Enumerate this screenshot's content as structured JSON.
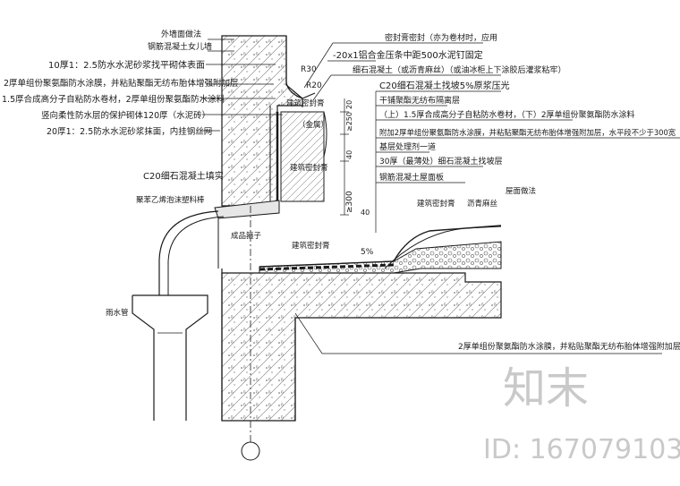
{
  "labels_left": [
    "外墙面做法",
    "钢筋混凝土女儿墙",
    "10厚1：2.5防水水泥砂浆找平砌体表面",
    "2厚单组份聚氨酯防水涂膜，并粘贴聚酯无纺布胎体增强附加层",
    "1.5厚合成高分子自粘防水卷材，2厚单组份聚氨酯防水涂料",
    "竖向柔性防水层的保护砌体120厚（水泥砖）",
    "20厚1：2.5防水水泥砂浆抹面，内挂钢丝网"
  ],
  "labels_top": {
    "sealant_note": "密封膏密封（亦为卷材时，应用",
    "flashing": "-20x1铝合金压条中距500水泥钉固定",
    "r30": "R30",
    "r20": "R20",
    "roof_note": "细石混凝土（或沥青麻丝）（或油冰柜上下涂胶后灌浆粘牢）"
  },
  "labels_right": [
    "C20细石混凝土找坡5%原浆压光",
    "干铺聚酯无纺布隔离层",
    "（上）1.5厚合成高分子自粘防水卷材，（下）2厚单组份聚氨酯防水涂料",
    "附加2厚单组份聚氨酯防水涂膜，并粘贴聚酯无纺布胎体增强附加层，水平段不少于300宽",
    "基层处理剂一道",
    "30厚（最薄处）细石混凝土找坡层",
    "钢筋混凝土屋面板"
  ],
  "labels_center": {
    "sealant1": "建筑密封膏",
    "metal": "（金属）",
    "sealant2": "建筑密封膏",
    "c20": "C20细石混凝土填实",
    "foam": "聚苯乙烯泡沫塑料棒",
    "pipe_label": "成品箍子",
    "sealant3": "建筑密封膏",
    "slope": "5%",
    "sealant4": "建筑密封膏",
    "asphalt": "沥青麻丝",
    "roof_method": "屋面做法",
    "downpipe": "雨水管"
  },
  "labels_bottom": "2厚单组份聚氨酯防水涂膜，并粘贴聚酯无纺布胎体增强附加层",
  "dims": {
    "d1": "20",
    "d2": "≥250",
    "d3": "40",
    "d4": "≥300",
    "d5": "40"
  },
  "watermark": {
    "logo": "知末",
    "id": "ID: 167079103"
  },
  "colors": {
    "line": "#1a1a1a",
    "hatch": "#555555",
    "watermark": "#c9c9c9"
  }
}
